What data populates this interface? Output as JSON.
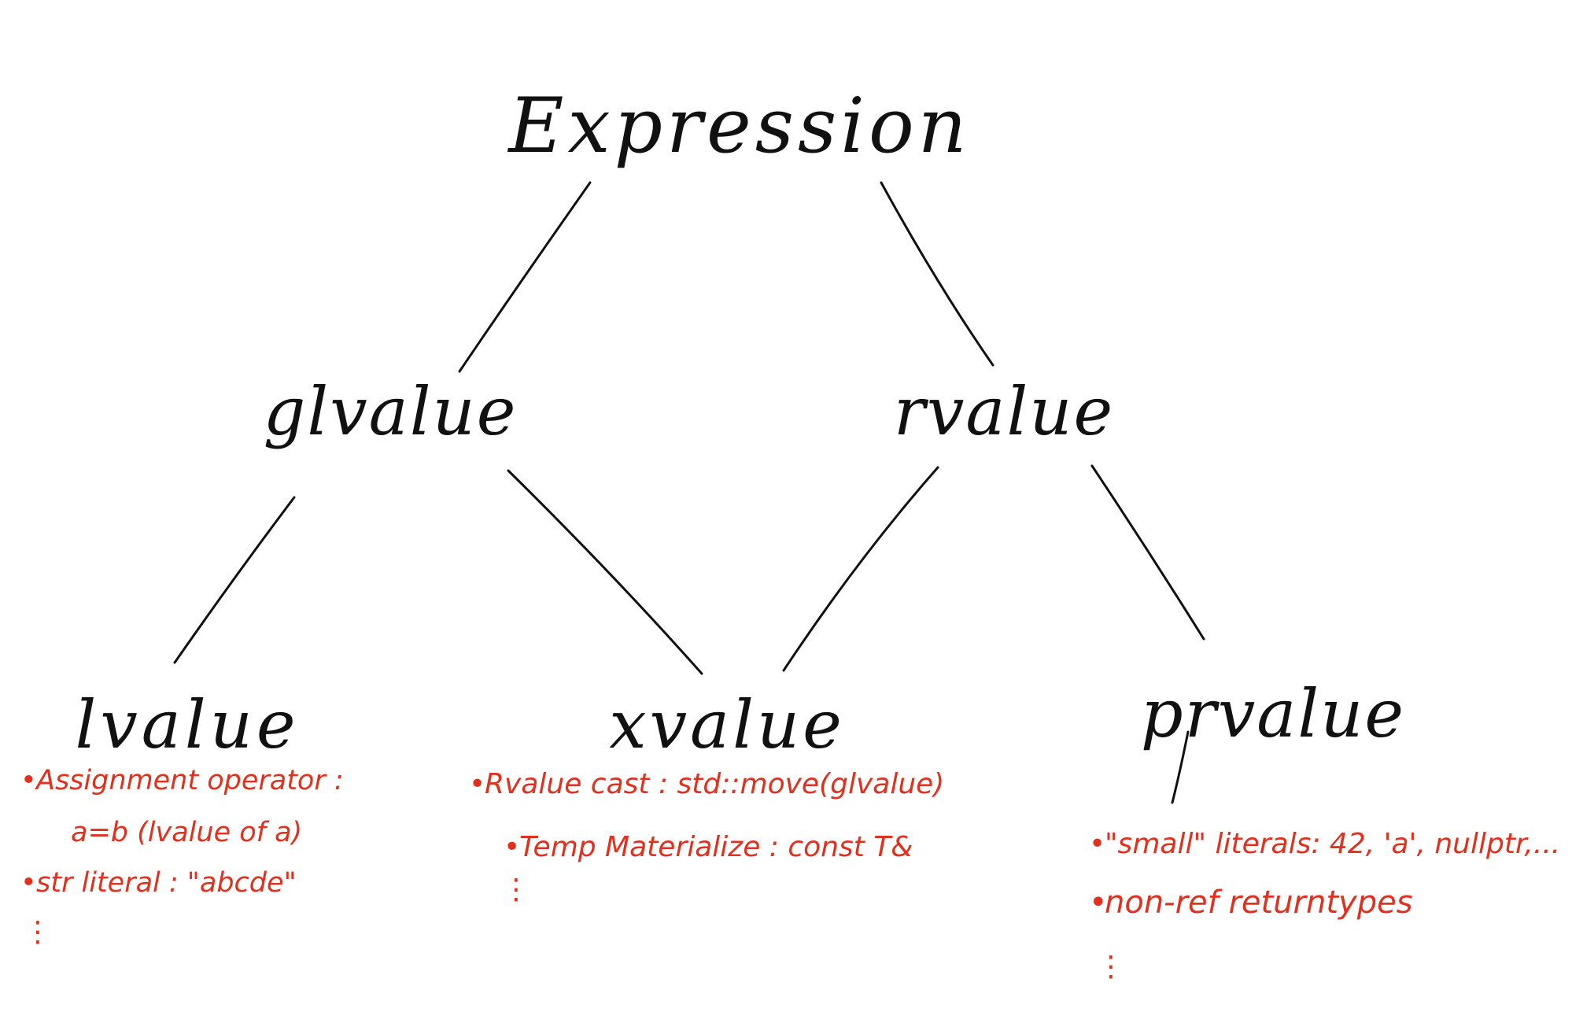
{
  "diagram": {
    "nodes": [
      {
        "id": "expression",
        "label": "Expression"
      },
      {
        "id": "glvalue",
        "label": "glvalue"
      },
      {
        "id": "rvalue",
        "label": "rvalue"
      },
      {
        "id": "lvalue",
        "label": "lvalue"
      },
      {
        "id": "xvalue",
        "label": "xvalue"
      },
      {
        "id": "prvalue",
        "label": "prvalue"
      }
    ],
    "edges": [
      {
        "from": "expression",
        "to": "glvalue"
      },
      {
        "from": "expression",
        "to": "rvalue"
      },
      {
        "from": "glvalue",
        "to": "lvalue"
      },
      {
        "from": "glvalue",
        "to": "xvalue"
      },
      {
        "from": "rvalue",
        "to": "xvalue"
      },
      {
        "from": "rvalue",
        "to": "prvalue"
      }
    ],
    "notes": {
      "lvalue": {
        "items": [
          "Assignment operator :",
          "a=b  (lvalue of a)",
          "str literal : \"abcde\""
        ],
        "more": "⋮"
      },
      "xvalue": {
        "items": [
          "Rvalue cast : std::move(glvalue)",
          "Temp Materialize : const T&"
        ],
        "more": "⋮"
      },
      "prvalue": {
        "items": [
          "\"small\" literals: 42, 'a', nullptr,...",
          "non-ref returntypes"
        ],
        "more": "⋮"
      }
    },
    "colors": {
      "ink": "#111111",
      "annotation": "#e0301e",
      "background": "#ffffff"
    }
  }
}
